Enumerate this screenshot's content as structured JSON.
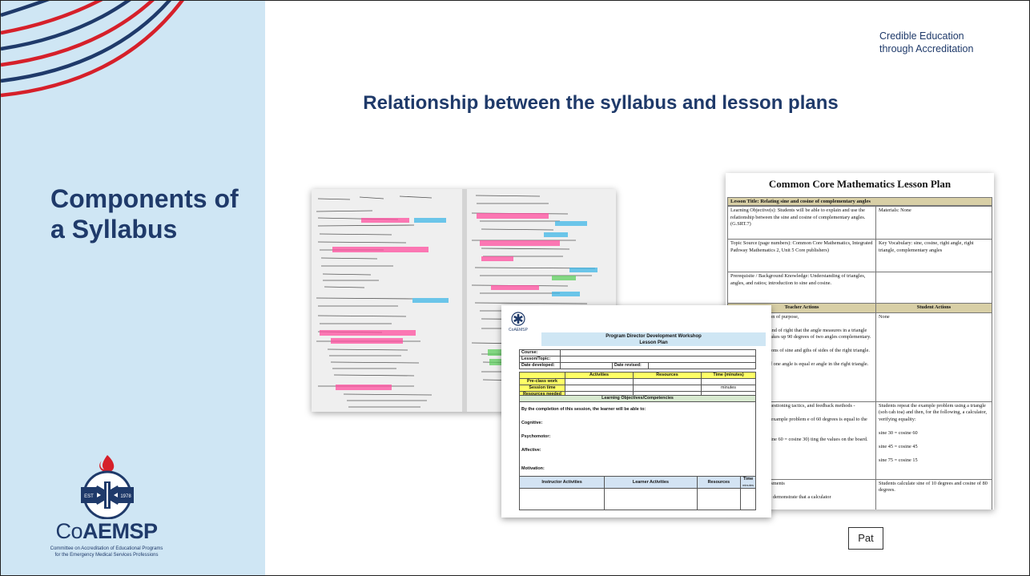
{
  "slide": {
    "section_title": "Components of a Syllabus",
    "tagline_line1": "Credible Education",
    "tagline_line2": "through Accreditation",
    "title": "Relationship between the syllabus and lesson plans",
    "pat_label": "Pat"
  },
  "logo": {
    "est": "EST",
    "year": "1978",
    "wordmark_prefix": "Co",
    "wordmark_bold": "A",
    "wordmark_suffix": "EMSP",
    "tagline_1": "Committee on Accreditation of Educational Programs",
    "tagline_2": "for the Emergency Medical Services Professions"
  },
  "colors": {
    "navy": "#1f3a6a",
    "panel_blue": "#cfe6f4",
    "arc_red": "#d6202a",
    "arc_blue": "#1f3a6a"
  },
  "doc_math": {
    "title": "Common Core Mathematics Lesson Plan",
    "lesson_title": "Lesson Title: Relating sine and cosine of complementary angles",
    "learning_objective": "Learning Objective(s): Students will be able to explain and use the relationship between the sine and cosine of complementary angles. (G.SRT.7)",
    "materials": "Materials: None",
    "topic_source": "Topic Source (page numbers): Common Core Mathematics, Integrated Pathway Mathematics 2, Unit 5 Core publishers)",
    "key_vocabulary": "Key Vocabulary: sine, cosine, right angle, right triangle, complementary angles",
    "prerequisite": "Prerequisite / Background Knowledge: Understanding of triangles, angles, and ratios; introduction to sine and cosine.",
    "teacher_actions": "Teacher Actions",
    "student_actions": "Student Actions",
    "teacher_1": "ntes): Intro, definition of purpose,",
    "teacher_2": "review of triangles and of right that the angle measures in a triangle add the right angle takes up 90 degrees of two angles complementary.",
    "teacher_3": "cah toa\" and definitions of sine and gths of sides of the right triangle.",
    "teacher_4": "rates how the sine of one angle is equal er angle in the right triangle.",
    "student_1": "None",
    "teacher_5": "minutes): include questioning tactics, and feedback methods -",
    "teacher_6": "s to demonstrate an example problem e of 60 degrees is equal to the cosine of",
    "teacher_7": "the same equality (sine 60 = cosine 30) ting the values on the board.",
    "student_2": "Students repeat the example problem using a triangle (soh cah toa) and then, for the following, a calculator, verifying equality:",
    "eq_1": "sine 30 = cosine 60",
    "eq_2": "sine 45 = cosine 45",
    "eq_3": "sine 75 = cosine 15",
    "teacher_8": "nderstanding / assessments",
    "teacher_9": "work individually to demonstrate that a calculator",
    "student_3": "Students calculate sine of 10 degrees and cosine of 80 degrees."
  },
  "doc_workshop": {
    "logo_text": "CoAEMSP",
    "title_1": "Program Director Development Workshop",
    "title_2": "Lesson Plan",
    "course": "Course:",
    "lesson_topic": "Lesson/Topic:",
    "date_developed": "Date developed:",
    "date_revised": "Date revised:",
    "col_activities": "Activities",
    "col_resources": "Resources",
    "col_time": "Time (minutes)",
    "row_preclass": "Pre-class work",
    "row_session": "Session time",
    "row_resources": "Resources needed",
    "session_unit": "minutes",
    "objectives_header": "Learning Objectives/Competencies",
    "completion": "By the completion of this session, the learner will be able to:",
    "cognitive": "Cognitive:",
    "psychomotor": "Psychomotor:",
    "affective": "Affective:",
    "motivation": "Motivation:",
    "col_instructor": "Instructor Activities",
    "col_learner": "Learner Activities",
    "col_resources2": "Resources",
    "col_time2": "Time",
    "col_time2_unit": "minutes"
  }
}
